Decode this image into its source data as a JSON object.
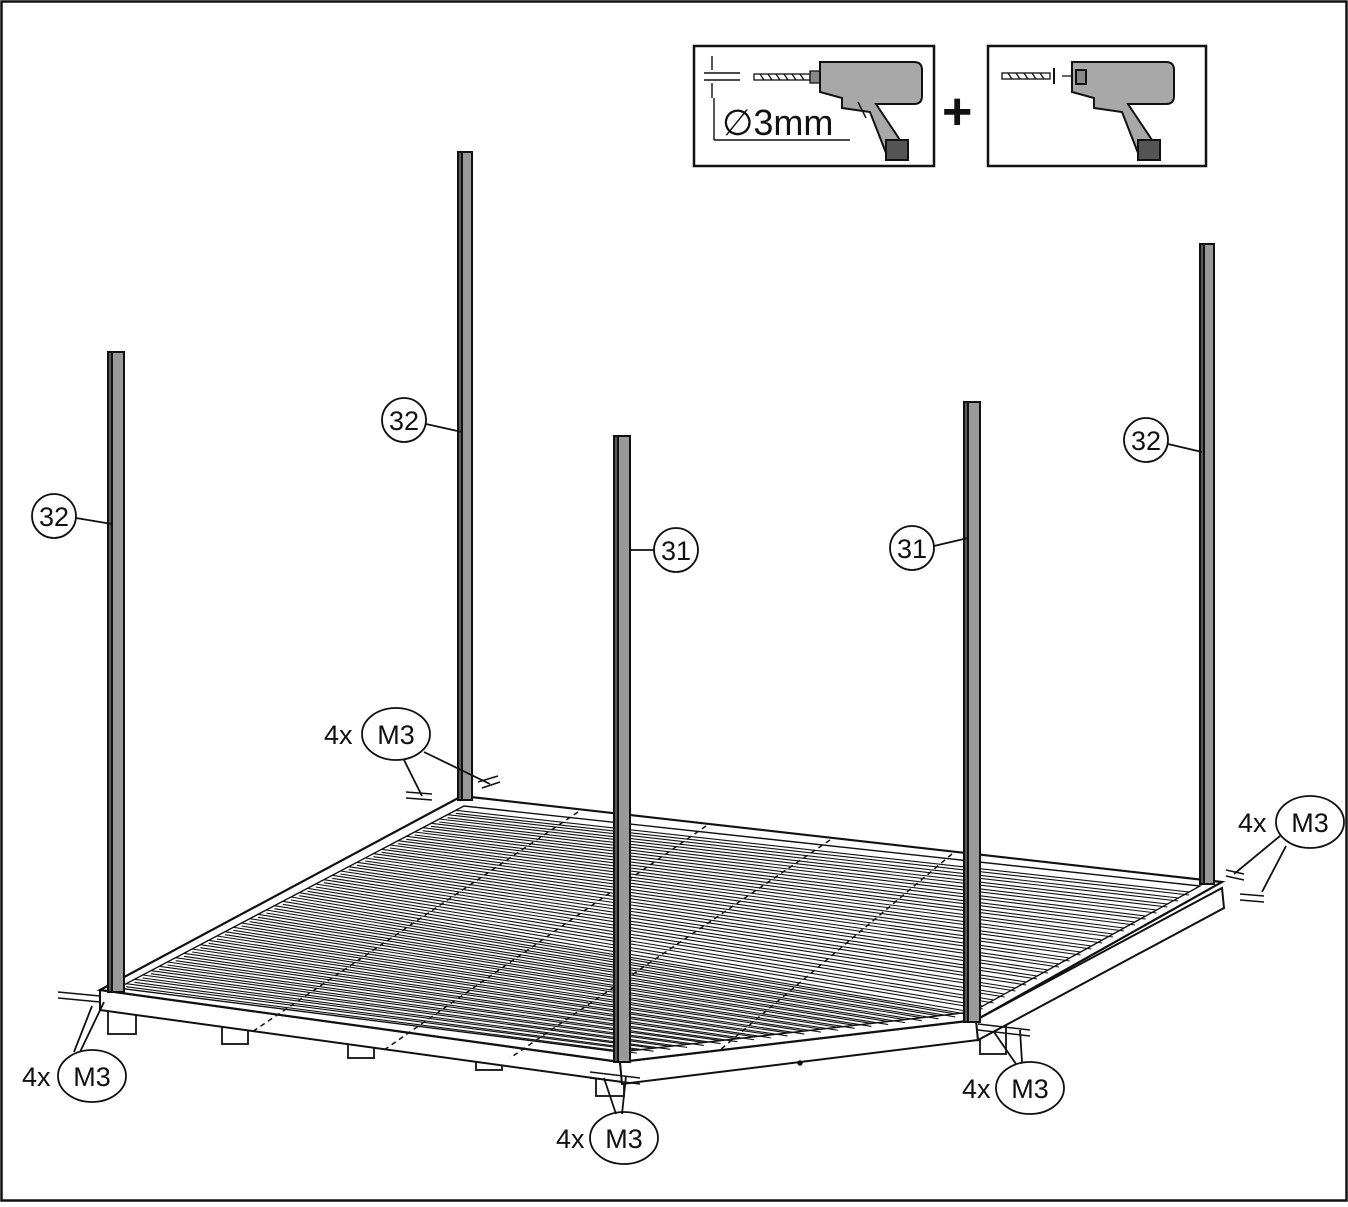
{
  "colors": {
    "line": "#111111",
    "post_fill": "#9a9a9a",
    "post_shade": "#5a5a5a",
    "tool_fill": "#a8a8a8",
    "background": "#ffffff"
  },
  "tools": {
    "drill_bit_label": "∅3mm",
    "plus_symbol": "+",
    "drill_icon": "drill-icon",
    "screwdriver_icon": "drill-screwdriver-icon"
  },
  "parts": {
    "post_32": "32",
    "post_31": "31"
  },
  "fasteners": {
    "quantity": "4x",
    "code": "M3"
  }
}
